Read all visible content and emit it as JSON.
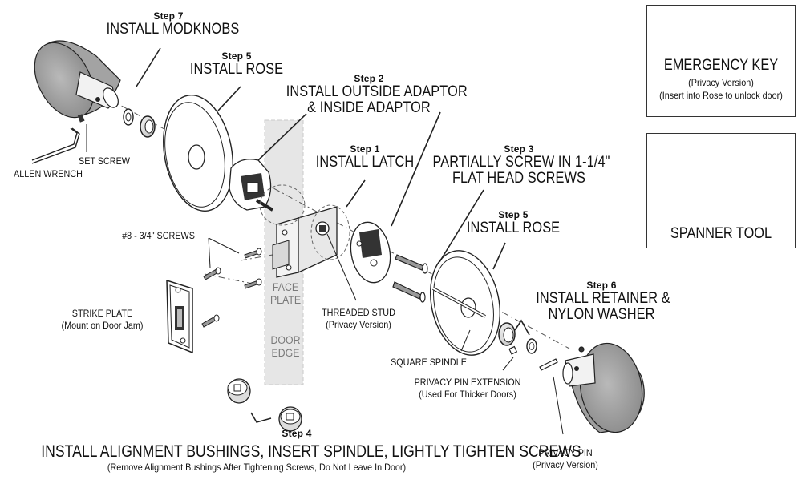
{
  "steps": {
    "step7": {
      "step": "Step 7",
      "title": "INSTALL MODKNOBS"
    },
    "step5a": {
      "step": "Step 5",
      "title": "INSTALL ROSE"
    },
    "step2": {
      "step": "Step 2",
      "title_line1": "INSTALL OUTSIDE ADAPTOR",
      "title_line2": "& INSIDE ADAPTOR"
    },
    "step1": {
      "step": "Step 1",
      "title": "INSTALL LATCH"
    },
    "step3": {
      "step": "Step 3",
      "title_line1": "PARTIALLY SCREW IN 1-1/4\"",
      "title_line2": "FLAT HEAD SCREWS"
    },
    "step5b": {
      "step": "Step 5",
      "title": "INSTALL ROSE"
    },
    "step6": {
      "step": "Step 6",
      "title_line1": "INSTALL RETAINER &",
      "title_line2": "NYLON WASHER"
    },
    "step4": {
      "step": "Step 4",
      "title": "INSTALL ALIGNMENT BUSHINGS, INSERT SPINDLE, LIGHTLY TIGHTEN SCREWS",
      "subtitle": "(Remove Alignment Bushings After Tightening Screws, Do Not Leave In Door)"
    }
  },
  "parts": {
    "set_screw": "SET SCREW",
    "allen_wrench": "ALLEN WRENCH",
    "screws_8": "#8 - 3/4\" SCREWS",
    "strike_plate": "STRIKE PLATE",
    "strike_plate_note": "(Mount on Door Jam)",
    "face_plate_line1": "FACE",
    "face_plate_line2": "PLATE",
    "door_edge_line1": "DOOR",
    "door_edge_line2": "EDGE",
    "threaded_stud": "THREADED STUD",
    "threaded_stud_note": "(Privacy Version)",
    "square_spindle": "SQUARE SPINDLE",
    "privacy_pin_ext": "PRIVACY PIN EXTENSION",
    "privacy_pin_ext_note": "(Used For Thicker Doors)",
    "privacy_pin": "PRIVACY PIN",
    "privacy_pin_note": "(Privacy Version)"
  },
  "panels": {
    "emergency_key": {
      "title": "EMERGENCY KEY",
      "line1": "(Privacy Version)",
      "line2": "(Insert into Rose to unlock door)"
    },
    "spanner_tool": {
      "title": "SPANNER TOOL"
    }
  },
  "icons": [
    "knob-icon",
    "rose-icon",
    "latch-icon",
    "adaptor-icon",
    "screw-icon",
    "strike-plate-icon",
    "bushing-icon",
    "retainer-icon",
    "washer-icon",
    "allen-wrench-icon",
    "emergency-key-icon",
    "spanner-tool-icon"
  ]
}
